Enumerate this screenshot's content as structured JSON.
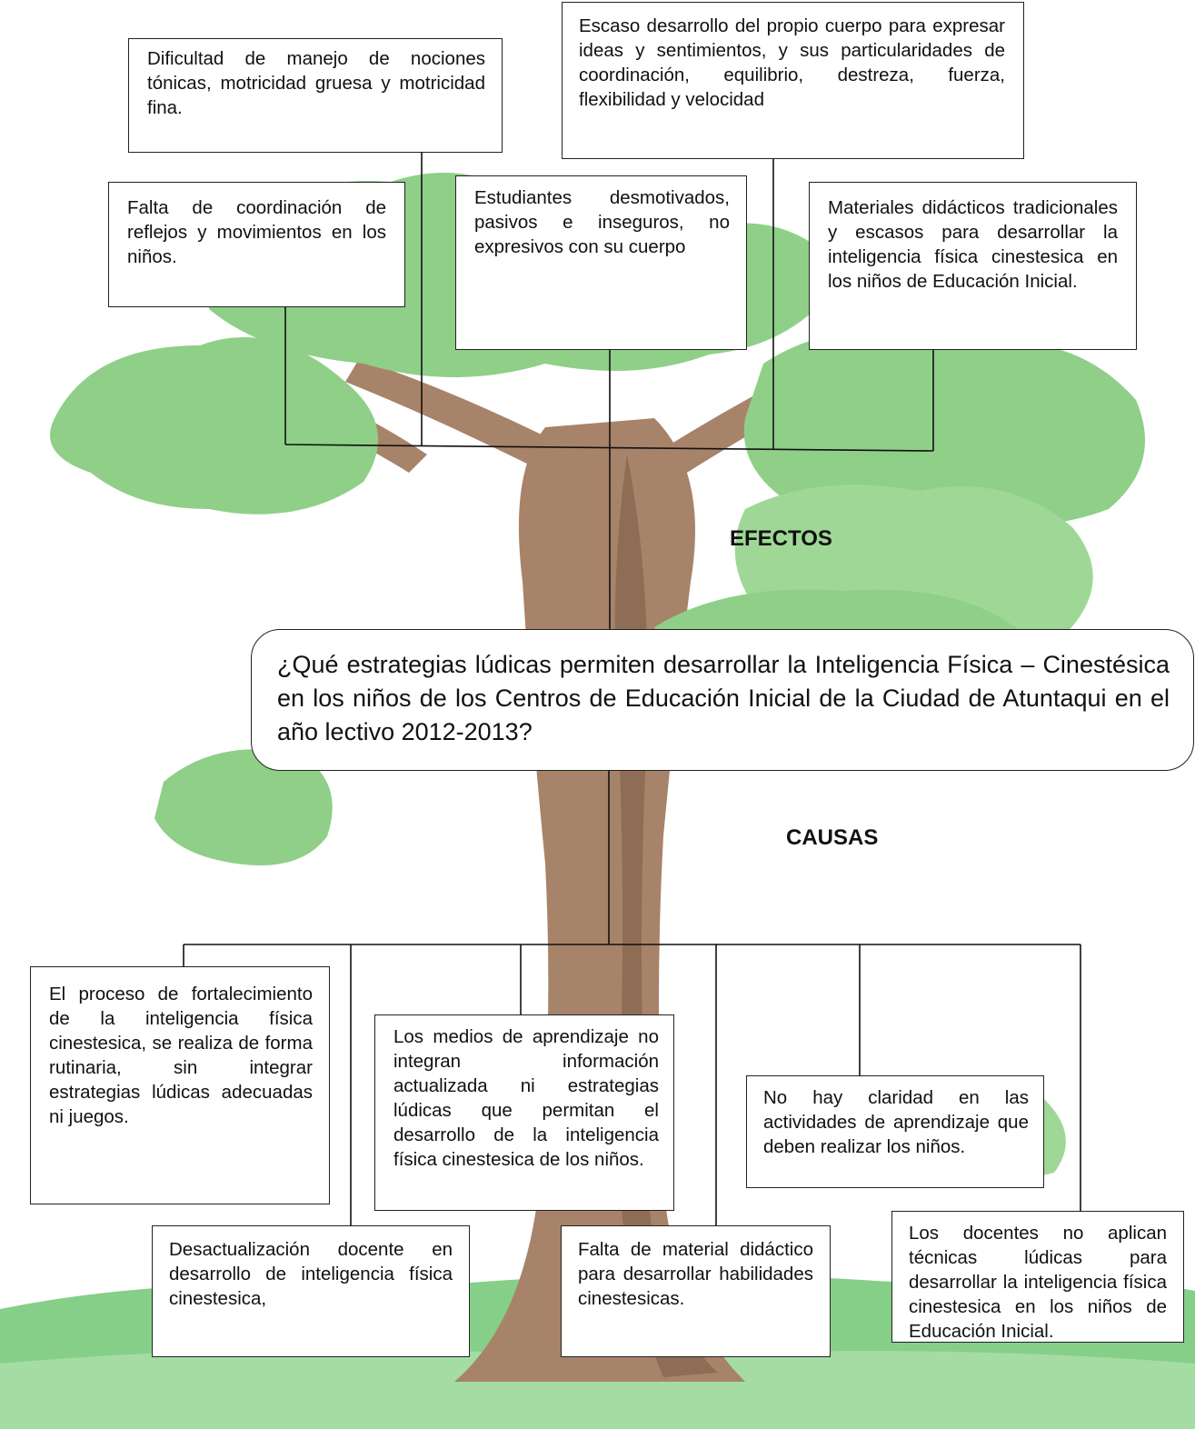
{
  "effects_heading": "EFECTOS",
  "causes_heading": "CAUSAS",
  "problem_question": "¿Qué estrategias lúdicas permiten desarrollar la Inteligencia Física – Cinestésica en los niños de los Centros de Educación Inicial de la Ciudad de Atuntaqui en el año lectivo 2012-2013?",
  "effects": [
    {
      "text": "Dificultad de manejo de nociones tónicas, motricidad gruesa y motricidad fina."
    },
    {
      "text": "Escaso desarrollo del propio cuerpo para expresar ideas y sentimientos, y sus particularidades de coordinación, equilibrio, destreza, fuerza, flexibilidad y velocidad"
    },
    {
      "text": "Falta de  coordinación de reflejos y movimientos en los niños."
    },
    {
      "text": "Estudiantes desmotivados, pasivos e inseguros, no expresivos con su cuerpo"
    },
    {
      "text": "Materiales didácticos tradicionales y escasos para desarrollar la inteligencia física cinestesica en los niños de Educación Inicial."
    }
  ],
  "causes": [
    {
      "text": "El proceso de fortalecimiento de la inteligencia física cinestesica, se realiza de forma rutinaria, sin integrar estrategias lúdicas adecuadas ni juegos."
    },
    {
      "text": "Los medios de aprendizaje no integran información actualizada ni estrategias lúdicas que permitan el desarrollo de la inteligencia física cinestesica de los niños."
    },
    {
      "text": "No hay claridad en las actividades de aprendizaje que deben realizar los niños."
    },
    {
      "text": "Desactualización docente en desarrollo de inteligencia física cinestesica,"
    },
    {
      "text": "Falta de material didáctico para desarrollar habilidades cinestesicas."
    },
    {
      "text": "Los docentes no aplican técnicas lúdicas para desarrollar la inteligencia física cinestesica en los niños de Educación Inicial."
    }
  ]
}
